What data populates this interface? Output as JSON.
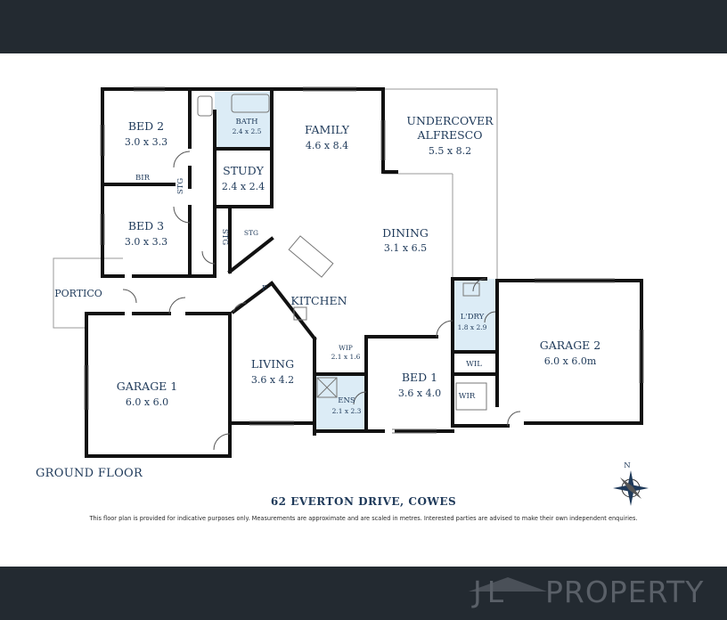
{
  "floor_label": "GROUND FLOOR",
  "address": "62 EVERTON DRIVE, COWES",
  "disclaimer": "This floor plan is provided for indicative purposes only. Measurements are approximate and are scaled in metres. Interested parties are advised to make their own independent enquiries.",
  "compass_letter": "N",
  "brand": {
    "mono": "JL",
    "word": "PROPERTY"
  },
  "rooms": {
    "bed2": {
      "name": "BED 2",
      "size": "3.0 x 3.3"
    },
    "bir": {
      "name": "BIR"
    },
    "stg1": {
      "name": "STG"
    },
    "bed3": {
      "name": "BED 3",
      "size": "3.0 x 3.3"
    },
    "bath": {
      "name": "BATH",
      "size": "2.4 x 2.5"
    },
    "study": {
      "name": "STUDY",
      "size": "2.4 x 2.4"
    },
    "stg2": {
      "name": "STG"
    },
    "stg3": {
      "name": "STG"
    },
    "family": {
      "name": "FAMILY",
      "size": "4.6 x 8.4"
    },
    "alfresco": {
      "name1": "UNDERCOVER",
      "name2": "ALFRESCO",
      "size": "5.5 x 8.2"
    },
    "dining": {
      "name": "DINING",
      "size": "3.1 x 6.5"
    },
    "kitchen": {
      "name": "KITCHEN"
    },
    "fridge": {
      "name": "F"
    },
    "portico": {
      "name": "PORTICO"
    },
    "garage1": {
      "name": "GARAGE 1",
      "size": "6.0 x 6.0"
    },
    "living": {
      "name": "LIVING",
      "size": "3.6 x 4.2"
    },
    "wip": {
      "name": "WIP",
      "size": "2.1 x 1.6"
    },
    "ens": {
      "name": "ENS",
      "size": "2.1 x 2.3"
    },
    "bed1": {
      "name": "BED 1",
      "size": "3.6 x 4.0"
    },
    "ldry": {
      "name": "L'DRY",
      "size": "1.8 x 2.9"
    },
    "wil": {
      "name": "WIL"
    },
    "wir": {
      "name": "WIR"
    },
    "garage2": {
      "name": "GARAGE 2",
      "size": "6.0 x 6.0m"
    }
  },
  "colors": {
    "band": "#232a31",
    "label": "#1f3a5a",
    "wall": "#111111",
    "wet_area": "#dcecf6"
  }
}
